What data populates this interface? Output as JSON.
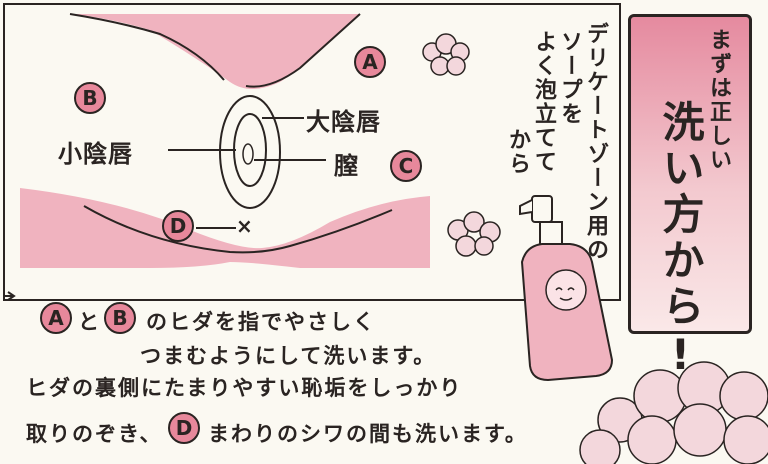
{
  "labels": {
    "a": "A",
    "b": "B",
    "c": "C",
    "d": "D",
    "labia_major": "大陰唇",
    "labia_minor": "小陰唇",
    "vagina": "膣",
    "x_mark": "×"
  },
  "soap_note": [
    "デリケートゾーン用の",
    "ソープを",
    "よく泡立てて",
    "から"
  ],
  "sign": {
    "subtitle": "まずは正しい",
    "title": "洗い方から!"
  },
  "instructions": {
    "line1_a": "A",
    "line1_and": "と",
    "line1_b": "B",
    "line1_rest": "のヒダを指でやさしく",
    "line2": "つまむようにして洗います。",
    "line3": "ヒダの裏側にたまりやすい恥垢をしっかり",
    "line4_pre": "取りのぞき、",
    "line4_d": "D",
    "line4_rest": "まわりのシワの間も洗います。"
  },
  "colors": {
    "pink": "#e7889b",
    "pink_light": "#f2b9c4",
    "ink": "#2a2422",
    "paper": "#fbf9f2"
  }
}
